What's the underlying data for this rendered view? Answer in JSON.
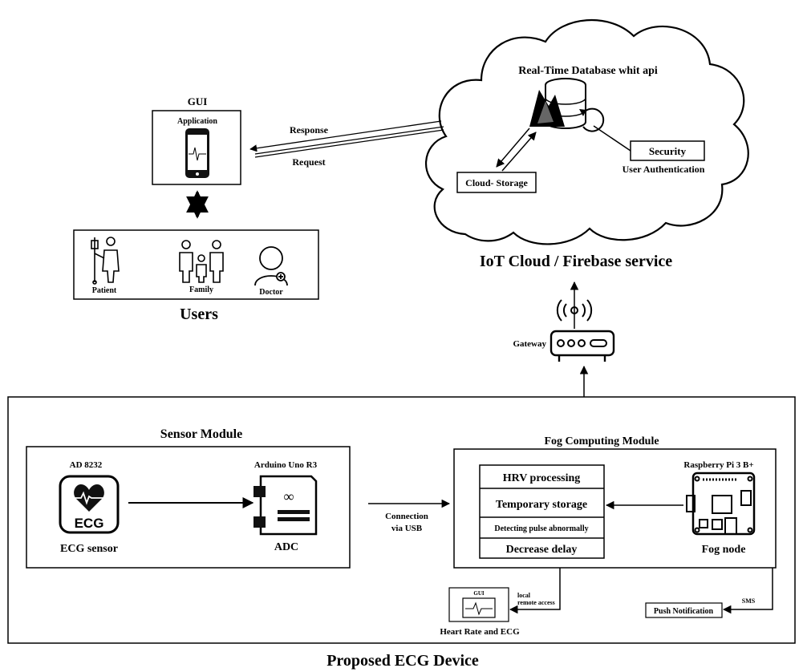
{
  "cloud": {
    "database_label": "Real-Time Database whit api",
    "storage_label": "Cloud- Storage",
    "security_label": "Security",
    "auth_label": "User Authentication",
    "service_title": "IoT Cloud / Firebase service"
  },
  "gui": {
    "title": "GUI",
    "app_label": "Application",
    "response_label": "Response",
    "request_label": "Request"
  },
  "users": {
    "title": "Users",
    "patient": "Patient",
    "family": "Family",
    "doctor": "Doctor"
  },
  "gateway": {
    "label": "Gateway"
  },
  "sensor_module": {
    "title": "Sensor Module",
    "ecg_chip": "AD 8232",
    "ecg_icon_text": "ECG",
    "ecg_caption": "ECG sensor",
    "arduino_label": "Arduino Uno R3",
    "arduino_logo": "∞",
    "adc_caption": "ADC"
  },
  "connection": {
    "line1": "Connection",
    "line2": "via USB"
  },
  "fog_module": {
    "title": "Fog Computing Module",
    "functions": [
      "HRV processing",
      "Temporary storage",
      "Detecting pulse abnormally",
      "Decrease delay"
    ],
    "board_label": "Raspberry Pi 3 B+",
    "node_caption": "Fog node"
  },
  "local_gui": {
    "title": "GUI",
    "access_line1": "local",
    "access_line2": "remote access",
    "caption": "Heart Rate and ECG"
  },
  "notification": {
    "label": "Push Notification",
    "sms_label": "SMS"
  },
  "device_title": "Proposed ECG Device",
  "icons": [
    "firebase-flame-icon",
    "database-icon",
    "sync-icon",
    "smartphone-icon",
    "patient-icon",
    "family-icon",
    "doctor-icon",
    "router-icon",
    "wifi-signal-icon",
    "heart-ecg-icon",
    "arduino-board-icon",
    "raspberry-pi-icon",
    "monitor-ecg-icon"
  ]
}
